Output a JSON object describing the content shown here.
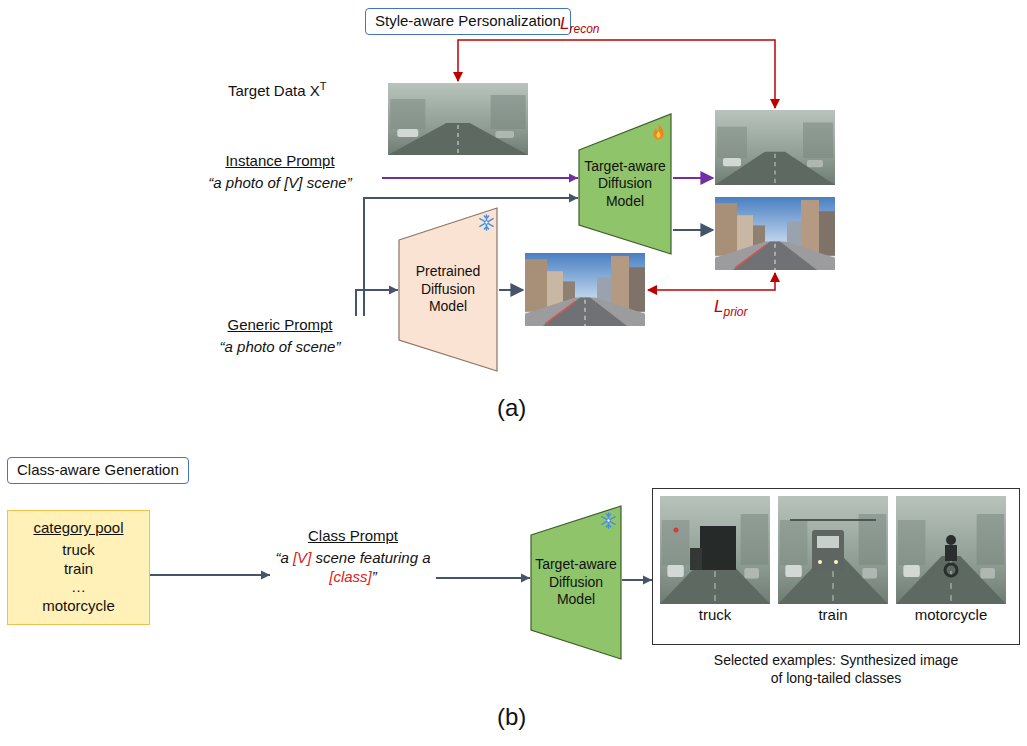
{
  "diagram": {
    "nodes": [
      {
        "text": [
          "Style-aware Personalization"
        ]
      },
      {
        "text": [
          "Instance Prompt",
          "“a photo of [V] scene”"
        ]
      },
      {
        "text": [
          "Generic Prompt",
          "“a photo of scene”"
        ]
      },
      {
        "text": [
          "Target-aware Diffusion Model"
        ]
      },
      {
        "text": [
          "Pretrained Diffusion Model"
        ]
      },
      {
        "text": [
          "Class-aware Generation"
        ]
      },
      {
        "text": [
          "category pool",
          "truck",
          "train",
          "…",
          "motorcycle"
        ]
      },
      {
        "text": [
          "Class Prompt",
          "“a [V] scene featuring a [class]”"
        ]
      },
      {
        "text": [
          "Target-aware Diffusion Model"
        ]
      },
      {
        "text": [
          "truck",
          "train",
          "motorcycle",
          "Selected examples: Synthesized image of long-tailed classes"
        ]
      }
    ],
    "edges": [
      {
        "from": 1,
        "to": 3,
        "arrow": "to"
      },
      {
        "from": 2,
        "to": 3,
        "arrow": "to"
      },
      {
        "from": 2,
        "to": 4,
        "arrow": "to"
      },
      {
        "from": 6,
        "to": 7,
        "arrow": "to"
      },
      {
        "from": 7,
        "to": 8,
        "arrow": "to"
      },
      {
        "from": 8,
        "to": 9,
        "arrow": "to"
      }
    ],
    "labels": [
      "Target Data X",
      "T",
      "L",
      "recon",
      "L",
      "prior",
      "(a)",
      "(b)"
    ]
  }
}
